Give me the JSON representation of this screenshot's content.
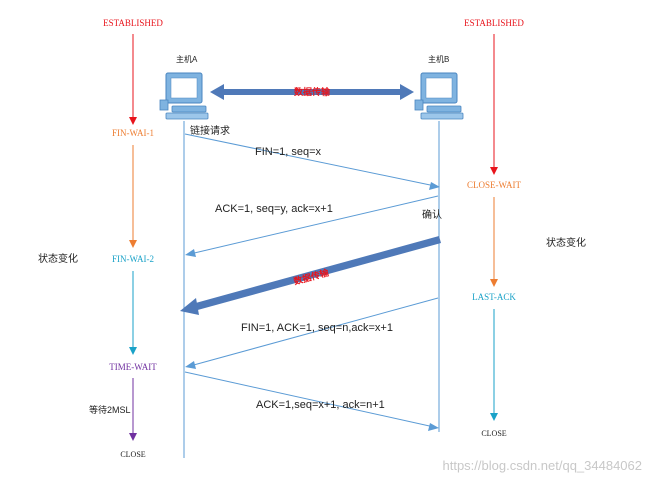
{
  "colors": {
    "red": "#e8141c",
    "orange": "#ed7d31",
    "cyan": "#1aa2c8",
    "purple": "#7030a0",
    "line": "#5b9bd5",
    "thick": "#4f79b8",
    "black": "#222222"
  },
  "host_a": {
    "label": "主机A",
    "states": {
      "established": "ESTABLISHED",
      "fin_wait_1": "FIN-WAI-1",
      "fin_wait_2": "FIN-WAI-2",
      "time_wait": "TIME-WAIT",
      "closed": "CLOSE"
    },
    "wait_note": "等待2MSL"
  },
  "host_b": {
    "label": "主机B",
    "states": {
      "established": "ESTABLISHED",
      "close_wait": "CLOSE-WAIT",
      "last_ack": "LAST-ACK",
      "closed": "CLOSE"
    }
  },
  "links": {
    "data_transfer_top": "数据传输",
    "connect_request": "链接请求",
    "confirm": "确认",
    "data_transfer_mid": "数据传输"
  },
  "messages": {
    "fin1": "FIN=1, seq=x",
    "ack1": "ACK=1, seq=y, ack=x+1",
    "fin2": "FIN=1, ACK=1, seq=n,ack=x+1",
    "ack2": "ACK=1,seq=x+1, ack=n+1"
  },
  "state_change_left": "状态变化",
  "state_change_right": "状态变化",
  "watermark": "https://blog.csdn.net/qq_34484062"
}
